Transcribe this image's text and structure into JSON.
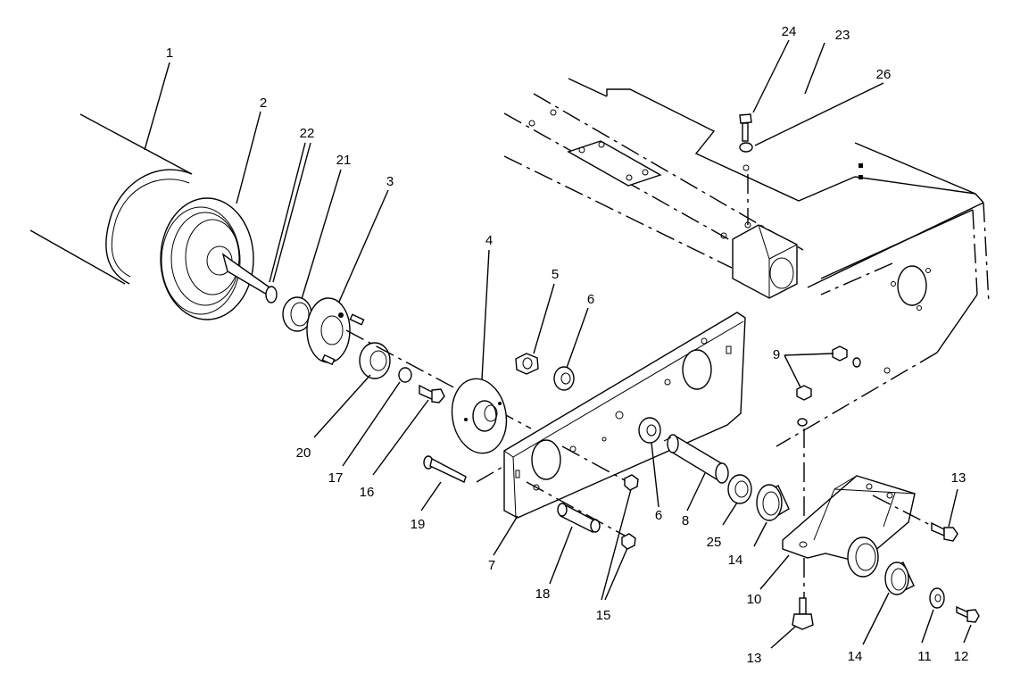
{
  "callouts": [
    {
      "id": "1",
      "label": "1"
    },
    {
      "id": "2",
      "label": "2"
    },
    {
      "id": "3",
      "label": "3"
    },
    {
      "id": "4",
      "label": "4"
    },
    {
      "id": "5",
      "label": "5"
    },
    {
      "id": "6a",
      "label": "6"
    },
    {
      "id": "6b",
      "label": "6"
    },
    {
      "id": "7",
      "label": "7"
    },
    {
      "id": "8",
      "label": "8"
    },
    {
      "id": "9",
      "label": "9"
    },
    {
      "id": "10",
      "label": "10"
    },
    {
      "id": "11",
      "label": "11"
    },
    {
      "id": "12",
      "label": "12"
    },
    {
      "id": "13a",
      "label": "13"
    },
    {
      "id": "13b",
      "label": "13"
    },
    {
      "id": "14a",
      "label": "14"
    },
    {
      "id": "14b",
      "label": "14"
    },
    {
      "id": "15",
      "label": "15"
    },
    {
      "id": "16",
      "label": "16"
    },
    {
      "id": "17",
      "label": "17"
    },
    {
      "id": "18",
      "label": "18"
    },
    {
      "id": "19",
      "label": "19"
    },
    {
      "id": "20",
      "label": "20"
    },
    {
      "id": "21",
      "label": "21"
    },
    {
      "id": "22",
      "label": "22"
    },
    {
      "id": "23",
      "label": "23"
    },
    {
      "id": "24",
      "label": "24"
    },
    {
      "id": "25",
      "label": "25"
    },
    {
      "id": "26",
      "label": "26"
    }
  ]
}
